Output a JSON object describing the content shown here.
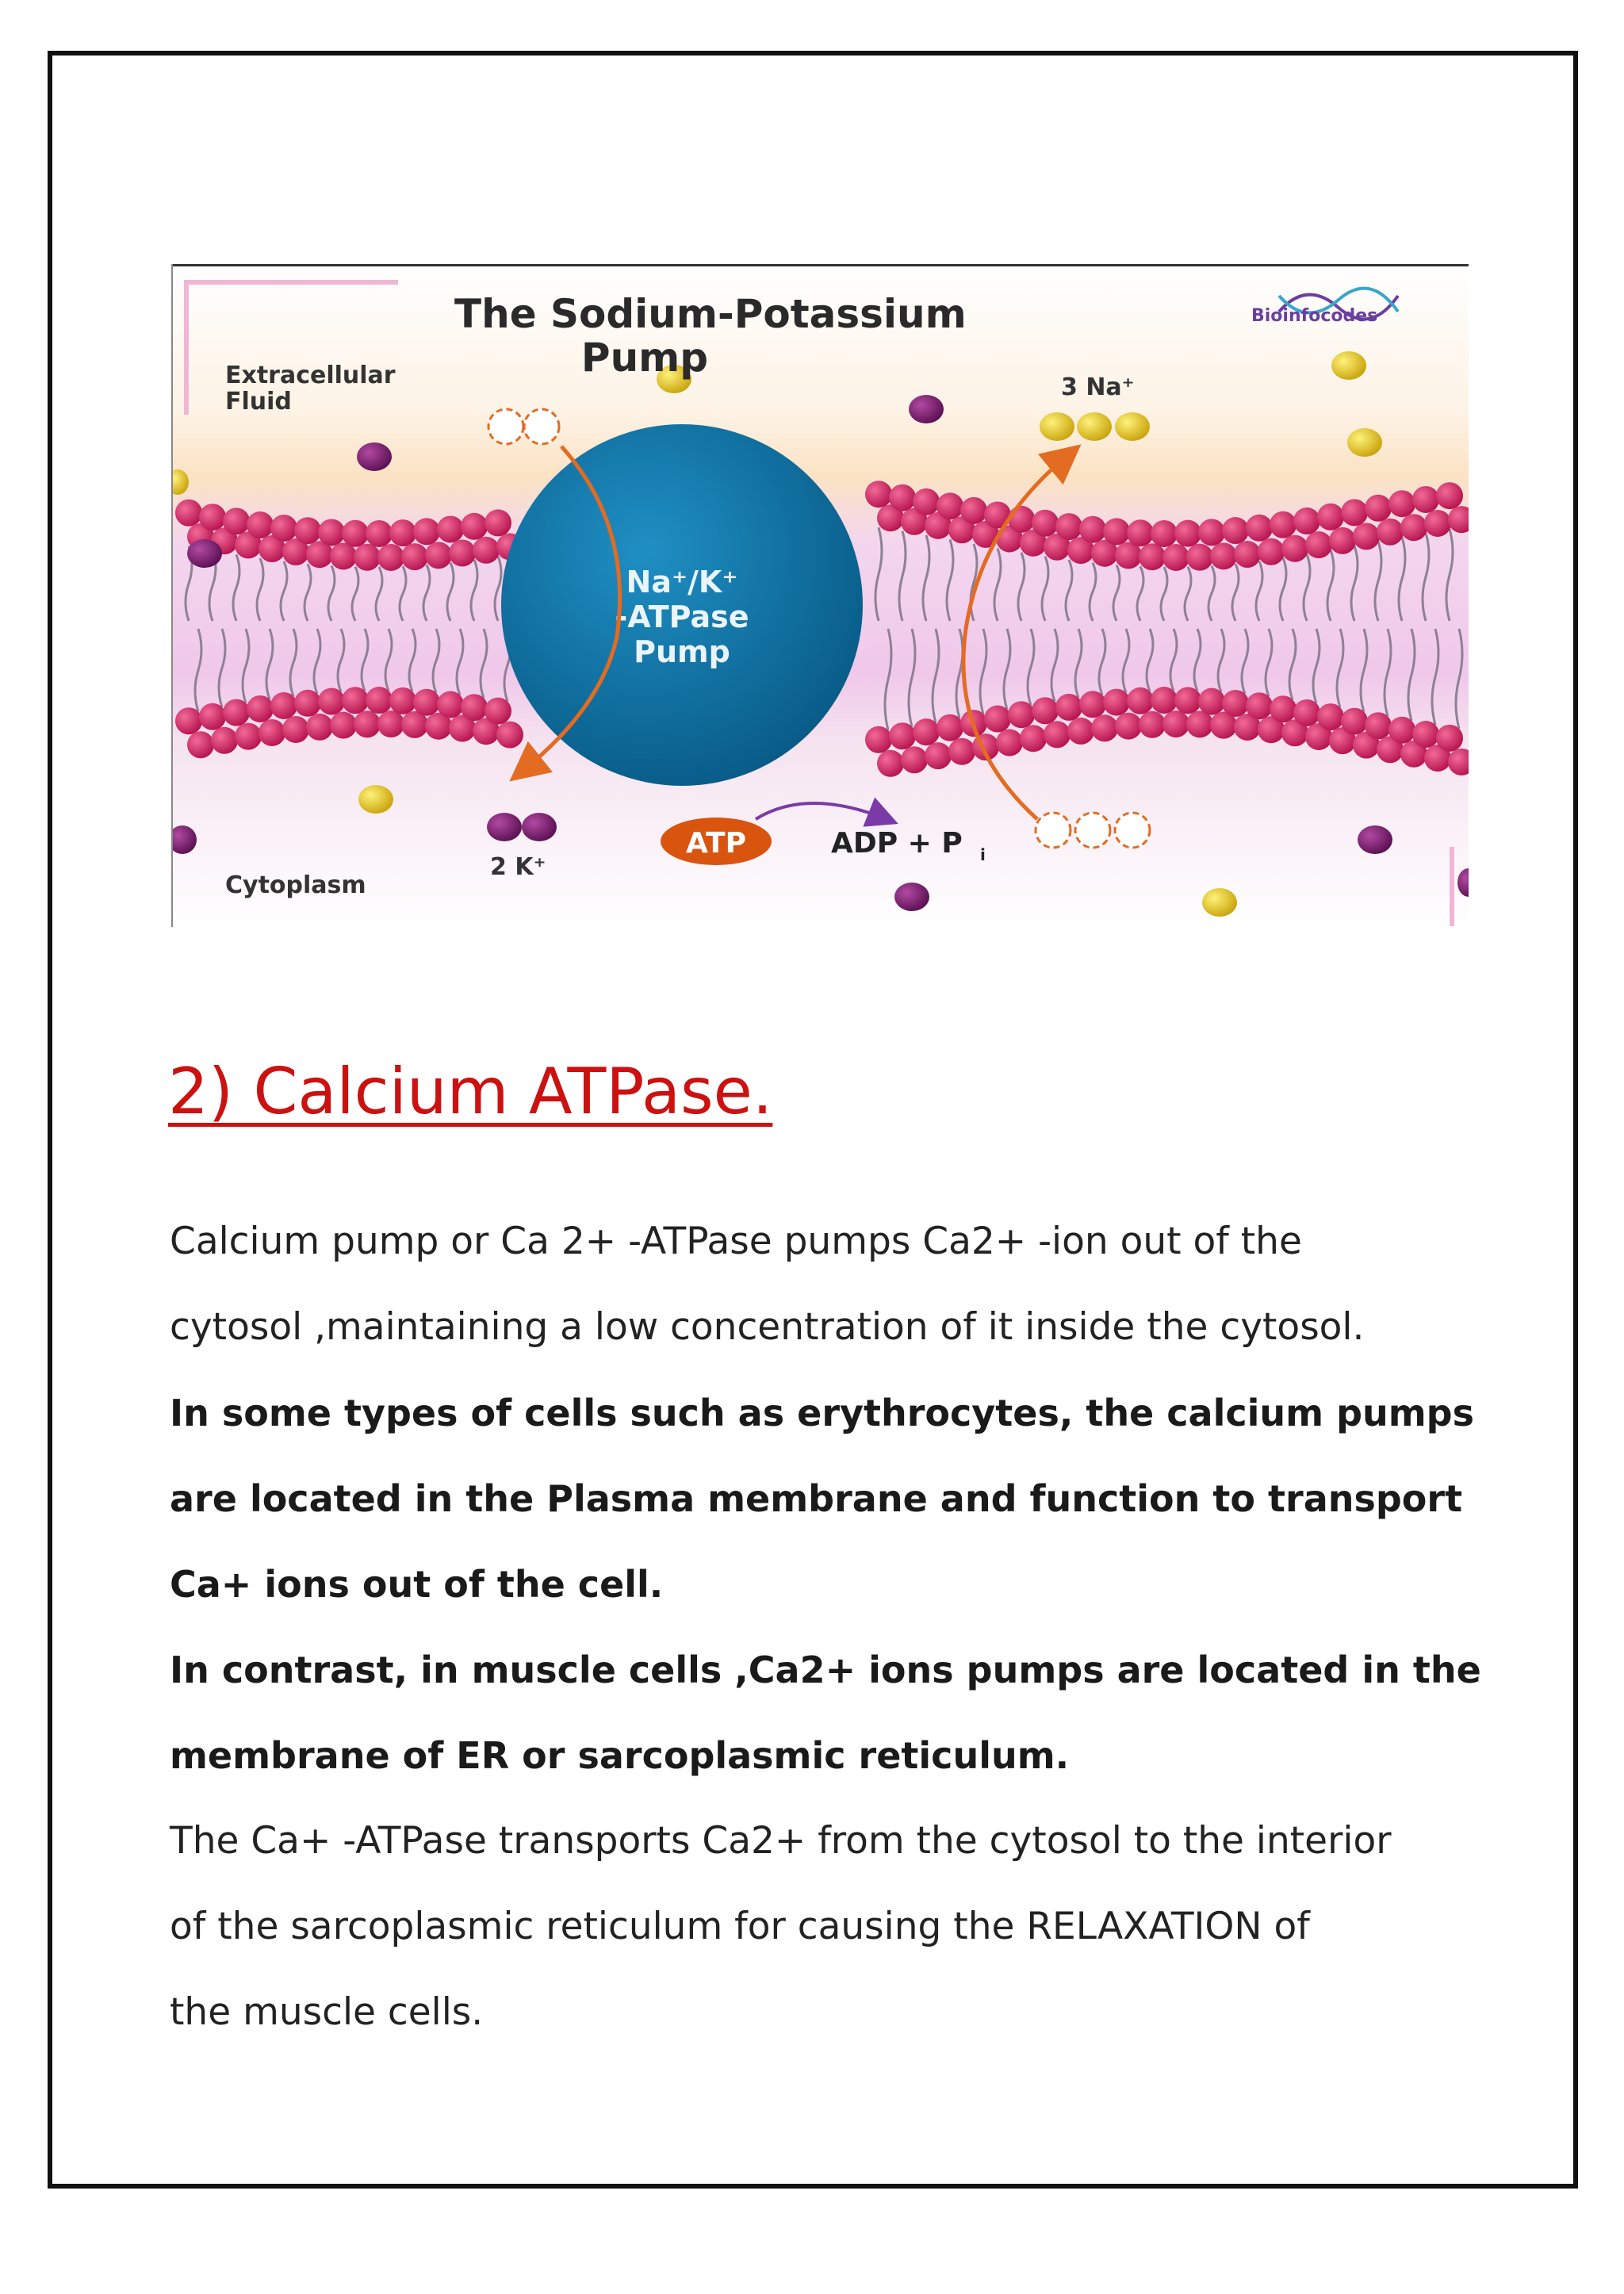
{
  "figure": {
    "title_line1": "The Sodium-Potassium",
    "title_line2": "Pump",
    "logo_text": "Bioinfocodes",
    "label_extracellular_1": "Extracellular",
    "label_extracellular_2": "Fluid",
    "label_cytoplasm": "Cytoplasm",
    "label_na": "3 Na⁺",
    "label_k": "2 K⁺",
    "pump_line1": "Na⁺/K⁺",
    "pump_line2": "-ATPase",
    "pump_line3": "Pump",
    "atp_label": "ATP",
    "adp_label": "ADP + P",
    "adp_sub": "i",
    "colors": {
      "pump": "#0e75a6",
      "sodium": "#e5c515",
      "potassium": "#7a1a6e",
      "membrane_head": "#d61f63",
      "atp": "#d9540f",
      "arrow": "#e36b22"
    }
  },
  "section": {
    "heading": "2) Calcium ATPase."
  },
  "paragraph": {
    "lines": [
      "Calcium pump or Ca 2+ -ATPase pumps Ca2+ -ion out of the",
      "cytosol ,maintaining a low concentration of it inside the cytosol.",
      "In some types of cells such as erythrocytes, the calcium pumps",
      "are located in the Plasma membrane and function to transport",
      "Ca+ ions out of the cell.",
      "In contrast, in muscle cells ,Ca2+ ions pumps are located in the",
      "membrane of ER or sarcoplasmic reticulum.",
      "The Ca+ -ATPase transports Ca2+ from the cytosol to the interior",
      "of the sarcoplasmic reticulum for causing the RELAXATION of",
      "the muscle cells."
    ]
  }
}
